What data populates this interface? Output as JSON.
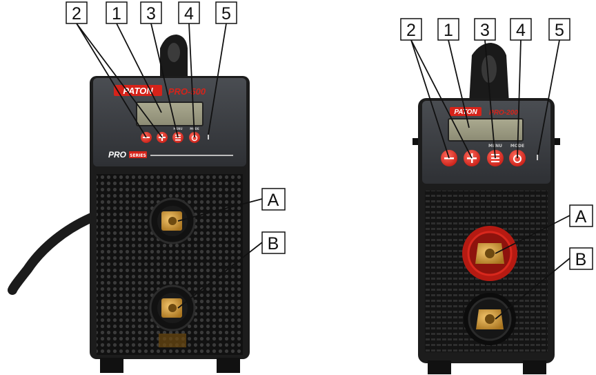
{
  "left_unit": {
    "brand": "PATON",
    "model": "PRO-500",
    "series_prefix": "PRO",
    "series_badge": "SERIES",
    "menu_label": "MENU",
    "mode_label": "MODE"
  },
  "right_unit": {
    "brand": "PATON",
    "model": "PRO-200",
    "menu_label": "MENU",
    "mode_label": "MODE"
  },
  "callouts": {
    "n1": "1",
    "n2": "2",
    "n3": "3",
    "n4": "4",
    "n5": "5",
    "a": "A",
    "b": "B"
  }
}
